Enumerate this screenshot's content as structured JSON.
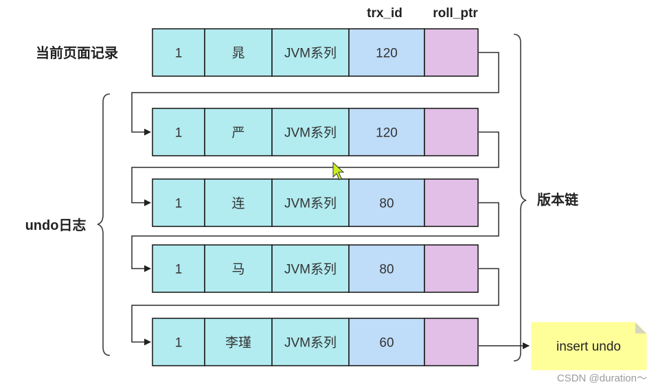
{
  "headers": {
    "trx_id": "trx_id",
    "roll_ptr": "roll_ptr"
  },
  "labels": {
    "current": "当前页面记录",
    "undo": "undo日志",
    "chain": "版本链"
  },
  "rows": [
    {
      "id": "1",
      "name": "晁",
      "desc": "JVM系列",
      "trx_id": "120"
    },
    {
      "id": "1",
      "name": "严",
      "desc": "JVM系列",
      "trx_id": "120"
    },
    {
      "id": "1",
      "name": "连",
      "desc": "JVM系列",
      "trx_id": "80"
    },
    {
      "id": "1",
      "name": "马",
      "desc": "JVM系列",
      "trx_id": "80"
    },
    {
      "id": "1",
      "name": "李瑾",
      "desc": "JVM系列",
      "trx_id": "60"
    }
  ],
  "note": {
    "text": "insert undo"
  },
  "watermark": "CSDN @duration～",
  "colors": {
    "cell_cyan": "#b2ebf0",
    "cell_blue": "#bfdcf8",
    "cell_purple": "#e1bfe6",
    "note_yellow": "#ffff99",
    "cursor_green": "#c8f020"
  }
}
